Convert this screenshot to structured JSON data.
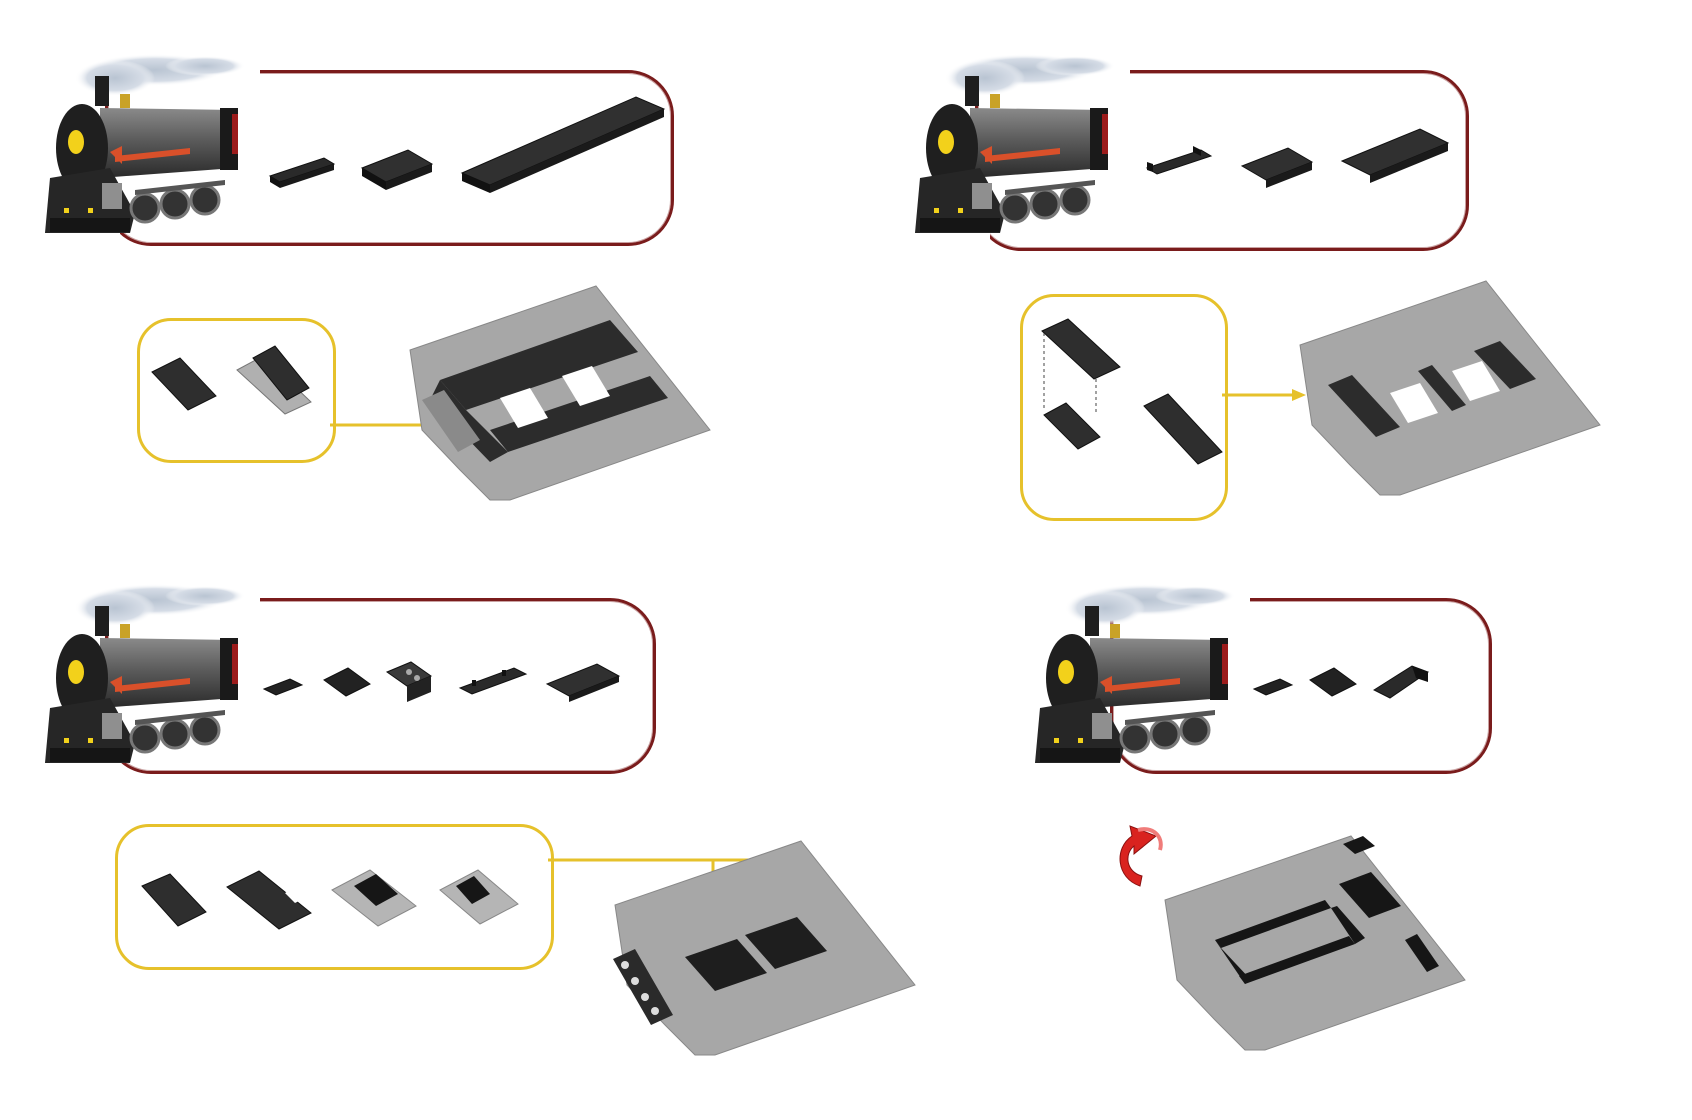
{
  "page": {
    "type": "building-instructions",
    "background": "#ffffff"
  },
  "colors": {
    "parts_frame": "#7a1c1c",
    "callout_frame": "#e6c12b",
    "plate_dark": "#2b2b2b",
    "plate_gray": "#a9a9a9",
    "rotate_arrow": "#d9231f"
  },
  "steps": [
    {
      "parts": [
        "plate-1x2-dark",
        "plate-2x2-dark",
        "plate-2x8-dark"
      ],
      "callout_parts": [
        "plate-2x3-dark",
        "plate-2x3-on-gray-base"
      ],
      "icon": "locomotive-icon"
    },
    {
      "parts": [
        "plate-1x2-with-rail-dark",
        "plate-2x2-dark",
        "plate-2x4-dark"
      ],
      "callout_parts": [
        "plate-2x3-dark-stacked",
        "plate-2x4-dark"
      ],
      "icon": "locomotive-icon"
    },
    {
      "parts": [
        "tile-1x2-dark",
        "tile-2x2-dark",
        "bracket-2x2-dark",
        "plate-1x4-with-clips-dark",
        "plate-2x4-dark"
      ],
      "callout_parts": [
        "plate-2x3-dark",
        "plate-2x4-cutout-dark",
        "tile-2x2-on-gray",
        "tile-1x2-on-gray"
      ],
      "icon": "locomotive-icon"
    },
    {
      "parts": [
        "tile-1x2-dark",
        "tile-2x2-dark",
        "slope-1x2-dark"
      ],
      "callout_parts": [],
      "icon": "rotate-arrow-icon"
    }
  ]
}
